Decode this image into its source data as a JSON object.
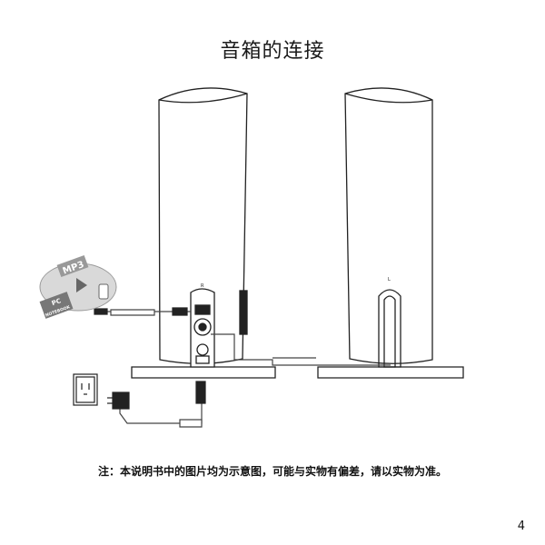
{
  "page": {
    "title": "音箱的连接",
    "note": "注：本说明书中的图片均为示意图，可能与实物有偏差，请以实物为准。",
    "page_number": "4"
  },
  "diagram": {
    "speaker_right_label": "R",
    "speaker_left_label": "L",
    "device_badge_mp3": "MP3",
    "device_badge_pc": "PC",
    "device_badge_notebook": "NOTEBOOK",
    "line_color": "#222222",
    "cable_color": "#555555"
  }
}
